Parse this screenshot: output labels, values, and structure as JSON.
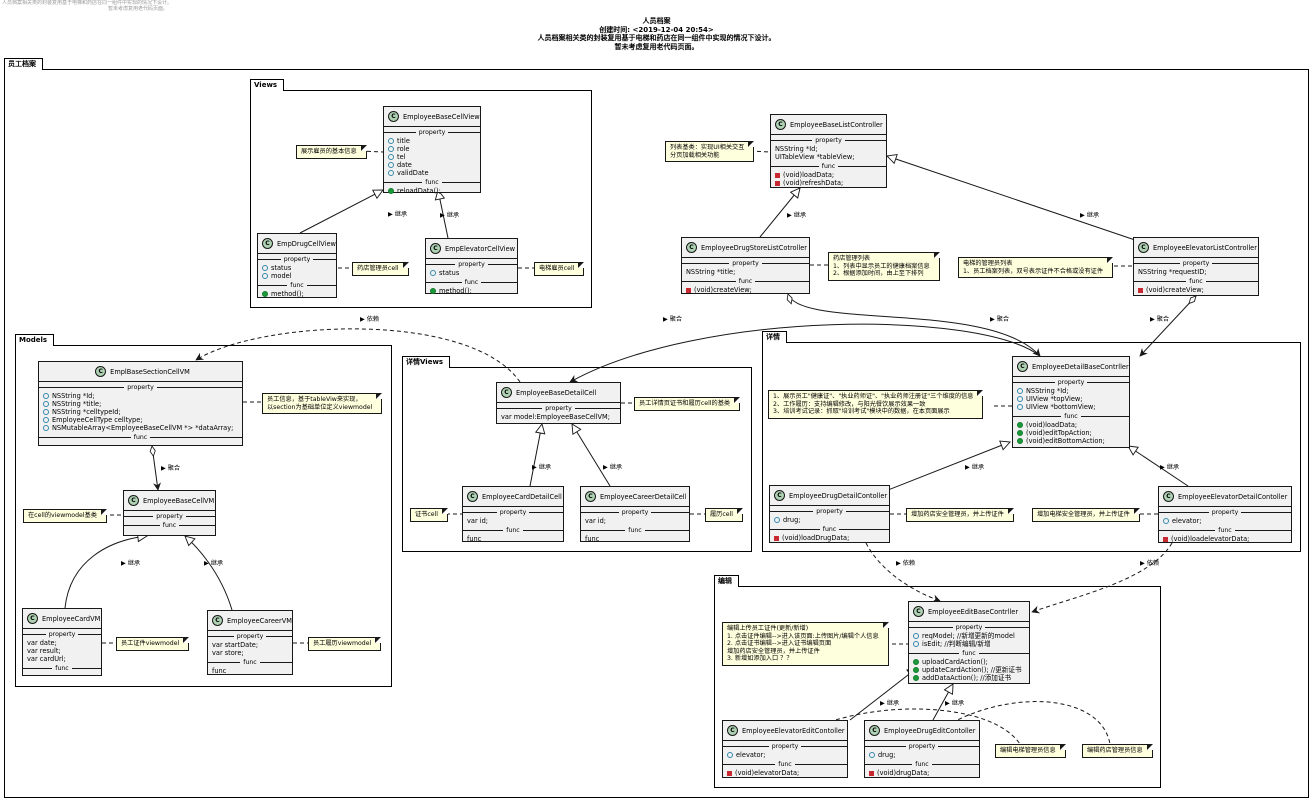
{
  "diagram": {
    "top_caption": [
      "人员档案相关类的封装复用基于电梯和药店在同一组件中实现的情况下设计。",
      "暂未考虑复用老代码页面。"
    ],
    "header": [
      "人员档案",
      "创建时间: <2019-12-04 20:54>",
      "人员档案相关类的封装复用基于电梯和药店在同一组件中实现的情况下设计。",
      "暂未考虑复用老代码页面。"
    ],
    "outer_package": "员工档案",
    "packages": {
      "views": "Views",
      "models": "Models",
      "detail_views": "详情Views",
      "detail": "详情",
      "edit": "编辑"
    },
    "section_labels": {
      "property": "property",
      "func": "func"
    },
    "classes": {
      "EmployeeBaseCellView": {
        "name": "EmployeeBaseCellView",
        "properties": [
          "title",
          "role",
          "tel",
          "date",
          "validDate"
        ],
        "funcs": [
          "reloadData();"
        ]
      },
      "EmpDrugCellView": {
        "name": "EmpDrugCellView",
        "properties": [
          "status",
          "model"
        ],
        "funcs": [
          "method();"
        ]
      },
      "EmpElevatorCellView": {
        "name": "EmpElevatorCellView",
        "properties": [
          "status"
        ],
        "funcs": [
          "method();"
        ]
      },
      "EmployeeBaseListController": {
        "name": "EmployeeBaseListController",
        "properties": [
          "NSString *Id;",
          "UITableView *tableView;"
        ],
        "funcs": [
          "(void)loadData;",
          "(void)refreshData;"
        ]
      },
      "EmployeeDrugStoreListCotroller": {
        "name": "EmployeeDrugStoreListCotroller",
        "properties": [
          "NSString *title;"
        ],
        "funcs": [
          "(void)createView;"
        ]
      },
      "EmployeeElevatorListController": {
        "name": "EmployeeElevatorListController",
        "properties": [
          "NSString *requestID;"
        ],
        "funcs": [
          "(void)createView;"
        ]
      },
      "EmplBaseSectionCellVM": {
        "name": "EmplBaseSectionCellVM",
        "properties": [
          "NSString *Id;",
          "NSString *title;",
          "NSString *celltypeId;",
          "EmployeeCellType celltype;",
          "NSMutableArray<EmployeeBaseCellVM *> *dataArray;"
        ],
        "funcs": []
      },
      "EmployeeBaseCellVM": {
        "name": "EmployeeBaseCellVM",
        "properties": [],
        "funcs": []
      },
      "EmployeeCardVM": {
        "name": "EmployeeCardVM",
        "properties": [
          "var date;",
          "var result;",
          "var cardUrl;"
        ],
        "funcs": []
      },
      "EmployeeCareerVM": {
        "name": "EmployeeCareerVM",
        "properties": [
          "var startDate;",
          "var store;"
        ],
        "funcs": [
          "func"
        ]
      },
      "EmployeeBaseDetailCell": {
        "name": "EmployeeBaseDetailCell",
        "properties": [
          "var model:EmployeeBaseCellVM;"
        ],
        "funcs": []
      },
      "EmployeeCardDetailCell": {
        "name": "EmployeeCardDetailCell",
        "properties": [
          "var id;"
        ],
        "funcs": [
          "func"
        ]
      },
      "EmployeeCareerDetailCell": {
        "name": "EmployeeCareerDetailCell",
        "properties": [
          "var id;"
        ],
        "funcs": [
          "func"
        ]
      },
      "EmployeeDetailBaseContrller": {
        "name": "EmployeeDetailBaseContrller",
        "properties": [
          "NSString *Id;",
          "UIView *topView;",
          "UIView *bottomView;"
        ],
        "funcs": [
          "(void)loadData;",
          "(void)editTopAction;",
          "(void)editBottomAction;"
        ]
      },
      "EmployeeDrugDetailContoller": {
        "name": "EmployeeDrugDetailContoller",
        "properties": [
          "drug;"
        ],
        "funcs": [
          "(void)loadDrugData;"
        ]
      },
      "EmployeeElevatorDetailContoller": {
        "name": "EmployeeElevatorDetailContoller",
        "properties": [
          "elevator;"
        ],
        "funcs": [
          "(void)loadelevatorData;"
        ]
      },
      "EmployeeEditBaseContrller": {
        "name": "EmployeeEditBaseContrller",
        "properties": [
          "reqModel; //新增更新的model",
          "isEdit;   //判断编辑/新增"
        ],
        "funcs": [
          "uploadCardAction();",
          "updateCardAction();  //更新证书",
          "addDataAction(); //添加证书"
        ]
      },
      "EmployeeElevatorEditContoller": {
        "name": "EmployeeElevatorEditContoller",
        "properties": [
          "elevator;"
        ],
        "funcs": [
          "(void)elevatorData;"
        ]
      },
      "EmployeeDrugEditContoller": {
        "name": "EmployeeDrugEditContoller",
        "properties": [
          "drug;"
        ],
        "funcs": [
          "(void)drugData;"
        ]
      }
    },
    "notes": {
      "base_cell_view": [
        "展示雇员的基本信息"
      ],
      "drug_cell": [
        "药店管理员cell"
      ],
      "elevator_cell": [
        "电梯雇员cell"
      ],
      "list_base": [
        "列表基类：实现UI相关交互",
        "分页加载相关功能"
      ],
      "drugstore_list": [
        "药店管理列表",
        "1、列表中显示员工的健康档案信息",
        "2、根据添加时间，由上至下排列"
      ],
      "elevator_list": [
        "电梯的管理员列表",
        "1、员工档案列表，双号表示证件不合格或没有证件"
      ],
      "section_vm": [
        "员工信息，基于tableViw来实现，",
        "以section为基础单位定义viewmodel"
      ],
      "cell_vm": [
        "在cell的viewmodel基类"
      ],
      "card_vm": [
        "员工证件viewmodel"
      ],
      "career_vm": [
        "员工履历viewmodel"
      ],
      "base_detail_cell": [
        "员工详情页证书和履历cell的基类"
      ],
      "card_cell": [
        "证书cell"
      ],
      "career_cell": [
        "履历cell"
      ],
      "detail_base": [
        "1、展示员工\"健康证\"、\"执业药师证\"、\"执业药师注册证\"三个维度的信息",
        "2、工作履历：支持编辑修改，与阳光餐饮展示效果一致",
        "3、培训考试记录：抓取\"培训考试\"模块中的数据，在本页面展示"
      ],
      "drug_detail": [
        "增加药店安全管理员，并上传证件"
      ],
      "elevator_detail": [
        "增加电梯安全管理员，并上传证件"
      ],
      "edit_base": [
        "编辑上传员工证件(更新/新增)",
        "1. 点击证件编辑-->进入该页面:上传图片/编辑个人信息",
        "2. 点击证书编辑-->进入证书编辑页面",
        "增加药店安全管理员，并上传证件",
        "3. 新增如添加入口 ？？"
      ],
      "elevator_edit": [
        "编辑电梯管理员信息"
      ],
      "drug_edit": [
        "编辑药店管理员信息"
      ]
    },
    "relations": {
      "inherit": "继承",
      "aggregate": "聚合",
      "depend": "依赖"
    }
  }
}
